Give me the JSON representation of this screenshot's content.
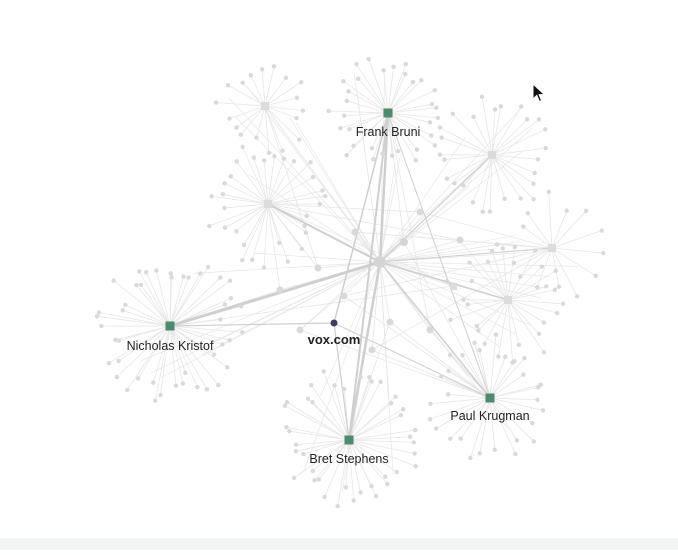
{
  "graph": {
    "labels": {
      "frank_bruni": "Frank Bruni",
      "nicholas_kristof": "Nicholas Kristof",
      "vox": "vox.com",
      "paul_krugman": "Paul Krugman",
      "bret_stephens": "Bret Stephens"
    }
  },
  "colors": {
    "author_node": "#4d8a6e",
    "highlight_node": "#3b3a5f",
    "leaf_node": "#d9d9d9",
    "edge": "#e6e6e6",
    "strong_edge": "#cfcfcf"
  }
}
